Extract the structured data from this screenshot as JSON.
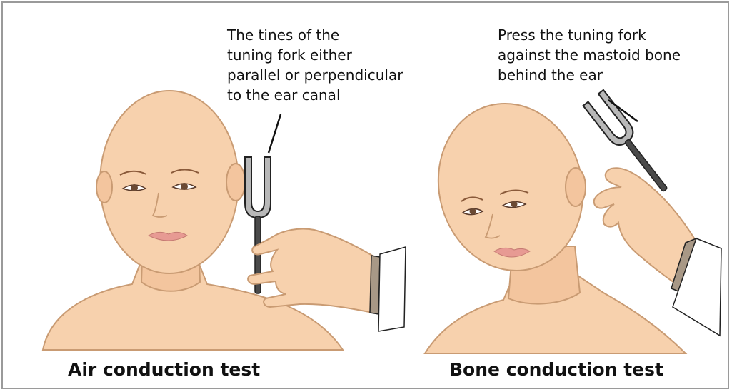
{
  "panels": [
    {
      "annotation_lines": [
        "The tines of the",
        "tuning fork either",
        "parallel or perpendicular",
        "to the ear canal"
      ],
      "caption": "Air conduction test"
    },
    {
      "annotation_lines": [
        "Press the tuning fork",
        "against the mastoid bone",
        "behind the ear"
      ],
      "caption": "Bone conduction test"
    }
  ],
  "colors": {
    "skin": "#f7d1ad",
    "skin_outline": "#c99b73",
    "fork": "#b8b8b8",
    "fork_outline": "#222222",
    "lips": "#e79a93",
    "cuff": "#a89886"
  }
}
